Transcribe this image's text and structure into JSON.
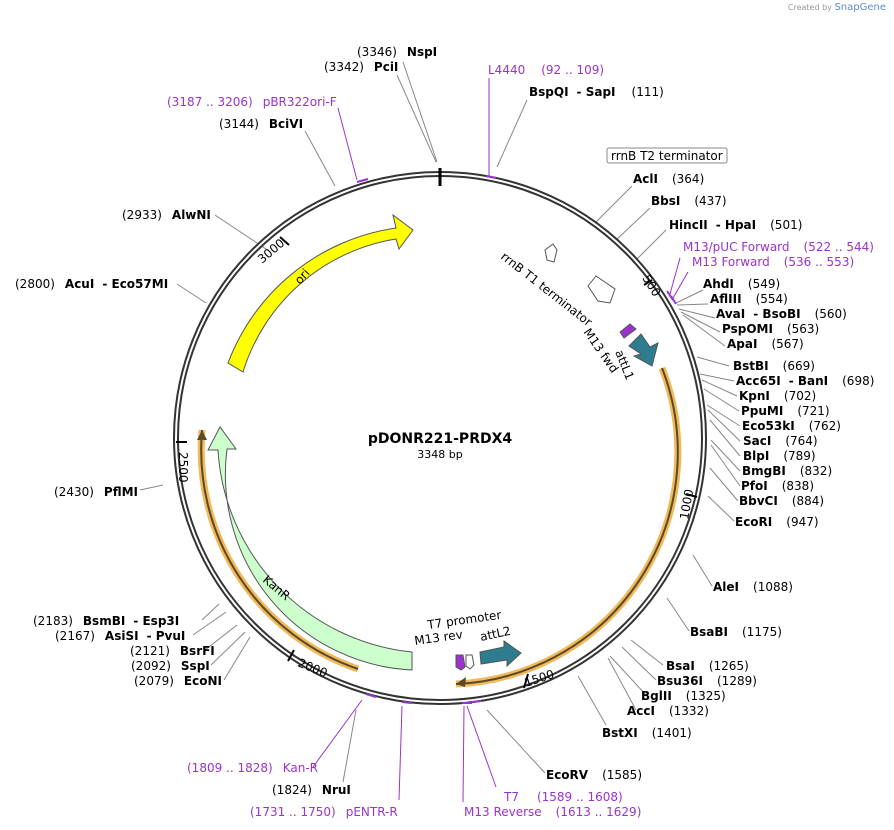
{
  "watermark": {
    "prefix": "Created by",
    "brand": "SnapGene"
  },
  "map": {
    "name": "pDONR221-PRDX4",
    "size_label": "3348 bp"
  },
  "ticks": [
    "500",
    "1000",
    "1500",
    "2000",
    "2500",
    "3000"
  ],
  "enzymes": [
    {
      "pos": "(3346)",
      "name": "NspI"
    },
    {
      "pos": "(3342)",
      "name": "PciI"
    },
    {
      "pos": "(3144)",
      "name": "BciVI"
    },
    {
      "pos": "(2933)",
      "name": "AlwNI"
    },
    {
      "pos": "(2800)",
      "name": "AcuI",
      "name2": "Eco57MI"
    },
    {
      "pos": "(2430)",
      "name": "PflMI"
    },
    {
      "pos": "(2183)",
      "name": "BsmBI",
      "name2": "Esp3I"
    },
    {
      "pos": "(2167)",
      "name": "AsiSI",
      "name2": "PvuI"
    },
    {
      "pos": "(2121)",
      "name": "BsrFI"
    },
    {
      "pos": "(2092)",
      "name": "SspI"
    },
    {
      "pos": "(2079)",
      "name": "EcoNI"
    },
    {
      "pos": "(1824)",
      "name": "NruI"
    },
    {
      "pos": "(111)",
      "name": "BspQI",
      "name2": "SapI"
    },
    {
      "pos": "(364)",
      "name": "AclI"
    },
    {
      "pos": "(437)",
      "name": "BbsI"
    },
    {
      "pos": "(501)",
      "name": "HincII",
      "name2": "HpaI"
    },
    {
      "pos": "(549)",
      "name": "AhdI"
    },
    {
      "pos": "(554)",
      "name": "AflIII"
    },
    {
      "pos": "(560)",
      "name": "AvaI",
      "name2": "BsoBI"
    },
    {
      "pos": "(563)",
      "name": "PspOMI"
    },
    {
      "pos": "(567)",
      "name": "ApaI"
    },
    {
      "pos": "(669)",
      "name": "BstBI"
    },
    {
      "pos": "(698)",
      "name": "Acc65I",
      "name2": "BanI"
    },
    {
      "pos": "(702)",
      "name": "KpnI"
    },
    {
      "pos": "(721)",
      "name": "PpuMI"
    },
    {
      "pos": "(762)",
      "name": "Eco53kI"
    },
    {
      "pos": "(764)",
      "name": "SacI"
    },
    {
      "pos": "(789)",
      "name": "BlpI"
    },
    {
      "pos": "(832)",
      "name": "BmgBI"
    },
    {
      "pos": "(838)",
      "name": "PfoI"
    },
    {
      "pos": "(884)",
      "name": "BbvCI"
    },
    {
      "pos": "(947)",
      "name": "EcoRI"
    },
    {
      "pos": "(1088)",
      "name": "AleI"
    },
    {
      "pos": "(1175)",
      "name": "BsaBI"
    },
    {
      "pos": "(1265)",
      "name": "BsaI"
    },
    {
      "pos": "(1289)",
      "name": "Bsu36I"
    },
    {
      "pos": "(1325)",
      "name": "BglII"
    },
    {
      "pos": "(1332)",
      "name": "AccI"
    },
    {
      "pos": "(1401)",
      "name": "BstXI"
    },
    {
      "pos": "(1585)",
      "name": "EcoRV"
    }
  ],
  "primers": [
    {
      "name": "L4440",
      "range": "(92 .. 109)"
    },
    {
      "name": "pBR322ori-F",
      "range": "(3187 .. 3206)"
    },
    {
      "name": "M13/pUC Forward",
      "range": "(522 .. 544)"
    },
    {
      "name": "M13 Forward",
      "range": "(536 .. 553)"
    },
    {
      "name": "Kan-R",
      "range": "(1809 .. 1828)"
    },
    {
      "name": "pENTR-R",
      "range": "(1731 .. 1750)"
    },
    {
      "name": "T7",
      "range": "(1589 .. 1608)"
    },
    {
      "name": "M13 Reverse",
      "range": "(1613 .. 1629)"
    }
  ],
  "features": {
    "ori": "ori",
    "kanr": "KanR",
    "rrnb_t2": "rrnB T2 terminator",
    "rrnb_t1": "rrnB T1 terminator",
    "m13fwd": "M13 fwd",
    "attl1": "attL1",
    "t7promoter": "T7 promoter",
    "m13rev": "M13 rev",
    "attl2": "attL2"
  },
  "colors": {
    "primer": "#9933cc",
    "ori": "#ffff00",
    "kanr": "#ccffcc",
    "att": "#2e7d8f",
    "orf_outline": "#f2b95a",
    "backbone": "#333333"
  }
}
